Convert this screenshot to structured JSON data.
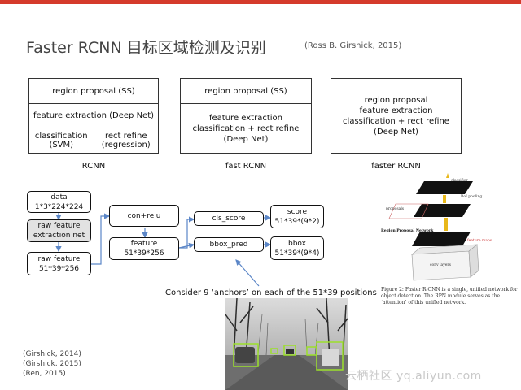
{
  "header": {
    "title": "Faster RCNN 目标区域检测及识别",
    "citation": "(Ross B. Girshick, 2015)"
  },
  "architectures": [
    {
      "caption": "RCNN",
      "rows": [
        "region proposal (SS)",
        "feature extraction (Deep Net)"
      ],
      "split": [
        {
          "line1": "classification",
          "line2": "(SVM)"
        },
        {
          "line1": "rect refine",
          "line2": "(regression)"
        }
      ]
    },
    {
      "caption": "fast RCNN",
      "rows": [
        "region proposal (SS)"
      ],
      "block": [
        "feature extraction",
        "classification + rect refine",
        "(Deep Net)"
      ]
    },
    {
      "caption": "faster RCNN",
      "block": [
        "region proposal",
        "feature extraction",
        "classification + rect refine",
        "(Deep Net)"
      ]
    }
  ],
  "flow": {
    "data": [
      "data",
      "1*3*224*224"
    ],
    "raw_net": [
      "raw feature",
      "extraction net"
    ],
    "raw_feature": [
      "raw feature",
      "51*39*256"
    ],
    "conv": [
      "con+relu"
    ],
    "feature": [
      "feature",
      "51*39*256"
    ],
    "cls": [
      "cls_score"
    ],
    "bbox_pred": [
      "bbox_pred"
    ],
    "score": [
      "score",
      "51*39*(9*2)"
    ],
    "bbox": [
      "bbox",
      "51*39*(9*4)"
    ],
    "note": "Consider 9 ‘anchors’ on each of the 51*39 positions"
  },
  "figure": {
    "classifier": "classifier",
    "roi_pooling": "RoI pooling",
    "proposals": "proposals",
    "rpn": "Region Proposal Network",
    "feature_maps": "feature maps",
    "conv_layers": "conv layers",
    "caption": "Figure 2: Faster R-CNN is a single, unified network for object detection. The RPN module serves as the ‘attention’ of this unified network."
  },
  "references": [
    "(Girshick, 2014)",
    "(Girshick, 2015)",
    "(Ren, 2015)"
  ],
  "watermark": "云栖社区 yq.aliyun.com",
  "colors": {
    "accent_bar": "#d53a2b",
    "arrow": "#5b86c7",
    "box_gray": "#e2e2e2",
    "figure_yellow": "#e8b81a"
  }
}
